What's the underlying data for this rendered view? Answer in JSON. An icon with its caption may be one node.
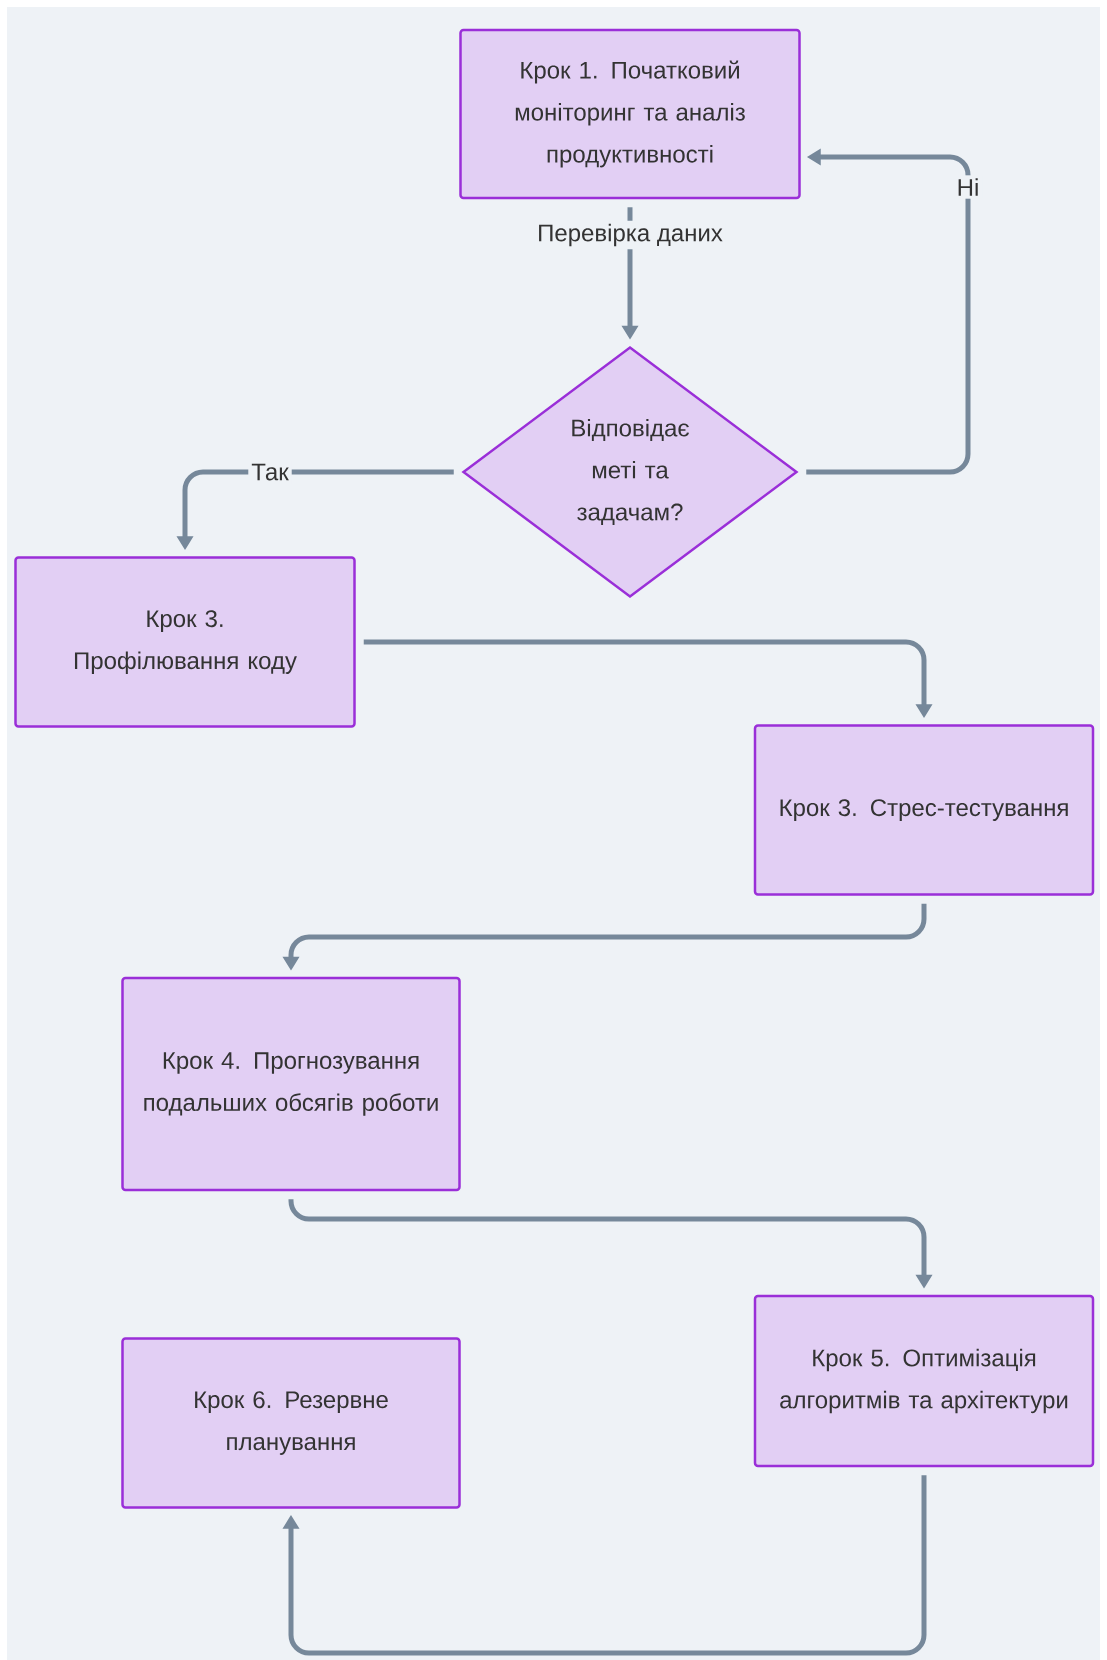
{
  "diagram": {
    "nodes": [
      {
        "text": [
          "Крок 1. Початковий моніторинг та аналіз продуктивності"
        ]
      },
      {
        "text": [
          "Відповідає меті та задачам?"
        ]
      },
      {
        "text": [
          "Крок 3. Профілювання коду"
        ]
      },
      {
        "text": [
          "Крок 3. Стрес-тестування"
        ]
      },
      {
        "text": [
          "Крок 4. Прогнозування подальших обсягів роботи"
        ]
      },
      {
        "text": [
          "Крок 5. Оптимізація алгоритмів та архітектури"
        ]
      },
      {
        "text": [
          "Крок 6. Резервне планування"
        ]
      }
    ],
    "edges": [
      {
        "from": 0,
        "to": 1,
        "arrow": "to",
        "label": "Перевірка даних"
      },
      {
        "from": 1,
        "to": 0,
        "arrow": "to",
        "label": "Ні"
      },
      {
        "from": 1,
        "to": 2,
        "arrow": "to",
        "label": "Так"
      },
      {
        "from": 2,
        "to": 3,
        "arrow": "to"
      },
      {
        "from": 3,
        "to": 4,
        "arrow": "to"
      },
      {
        "from": 4,
        "to": 5,
        "arrow": "to"
      },
      {
        "from": 5,
        "to": 6,
        "arrow": "to"
      }
    ]
  }
}
